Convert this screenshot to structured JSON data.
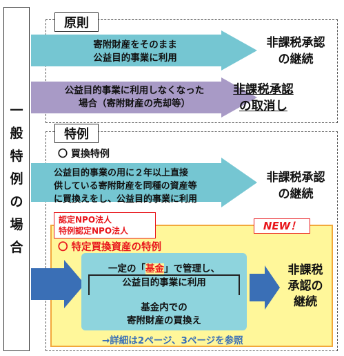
{
  "side_label": [
    "一",
    "般",
    "特",
    "例",
    "の",
    "場",
    "合"
  ],
  "principle": {
    "label": "原則",
    "row1": {
      "text": [
        "寄附財産をそのまま",
        "公益目的事業に利用"
      ],
      "result": [
        "非課税承認",
        "の継続"
      ]
    },
    "row2": {
      "text": [
        "公益目的事業に利用しなくなった",
        "場合（寄附財産の売却等）"
      ],
      "result": [
        "非課税承認",
        "の取消し"
      ]
    }
  },
  "exception": {
    "label": "特例",
    "item_title": "〇 買換特例",
    "row": {
      "text": [
        "公益目的事業の用に２年以上直接",
        "供している寄附財産を同種の資産等",
        "に買換えをし、公益目的事業に利用"
      ],
      "result": [
        "非課税承認",
        "の継続"
      ]
    },
    "npo_tags": [
      "認定NPO法人",
      "特例認定NPO法人"
    ],
    "new_badge": "NEW！",
    "special_title": "〇 特定買換資産の特例",
    "inner": {
      "line1_pre": "一定の「",
      "line1_kw": "基金",
      "line1_post": "」で管理し、",
      "line2": "公益目的事業に利用",
      "line3": "基金内での",
      "line4": "寄附財産の買換え"
    },
    "special_result": [
      "非課税",
      "承認の",
      "継続"
    ],
    "see_more": "→詳細は2ページ、3ページを参照"
  },
  "colors": {
    "teal": "#75c6d2",
    "purple": "#a89ac6",
    "yellow": "#fff79a",
    "blue_arrow": "#3a6fb6",
    "red": "#e8161b",
    "inner_teal": "#8ed4dd"
  }
}
